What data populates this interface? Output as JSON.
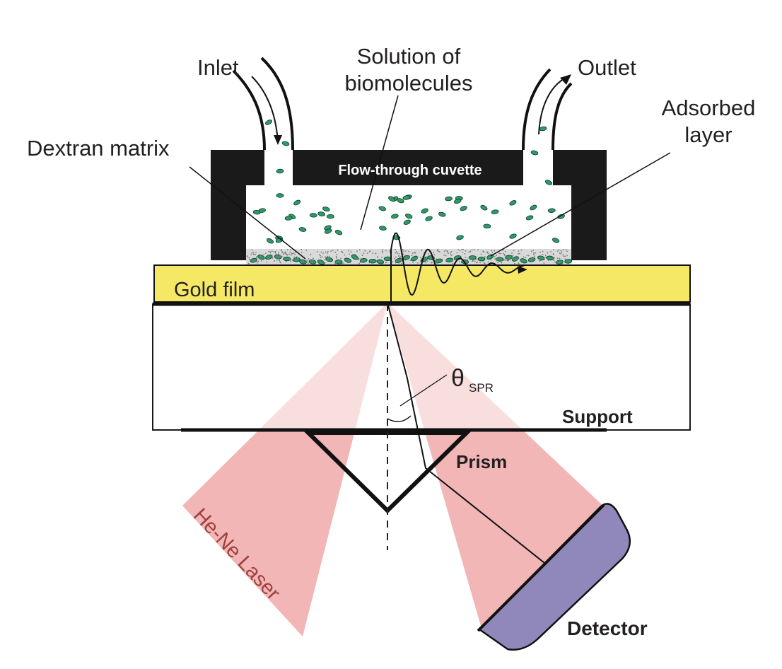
{
  "labels": {
    "inlet": "Inlet",
    "solution_line1": "Solution of",
    "solution_line2": "biomolecules",
    "outlet": "Outlet",
    "adsorbed_line1": "Adsorbed",
    "adsorbed_line2": "layer",
    "dextran": "Dextran matrix",
    "cuvette": "Flow-through cuvette",
    "gold": "Gold film",
    "theta": "θ",
    "theta_sub": "SPR",
    "support": "Support",
    "prism": "Prism",
    "laser": "He-Ne Laser",
    "detector": "Detector"
  },
  "colors": {
    "beam": "#f2b6b6",
    "gold": "#f4e865",
    "cuvette": "#1a1a1a",
    "detector": "#9088bb",
    "particle": "#2e9a6a",
    "matrix_dots": "#7a7a7a"
  }
}
